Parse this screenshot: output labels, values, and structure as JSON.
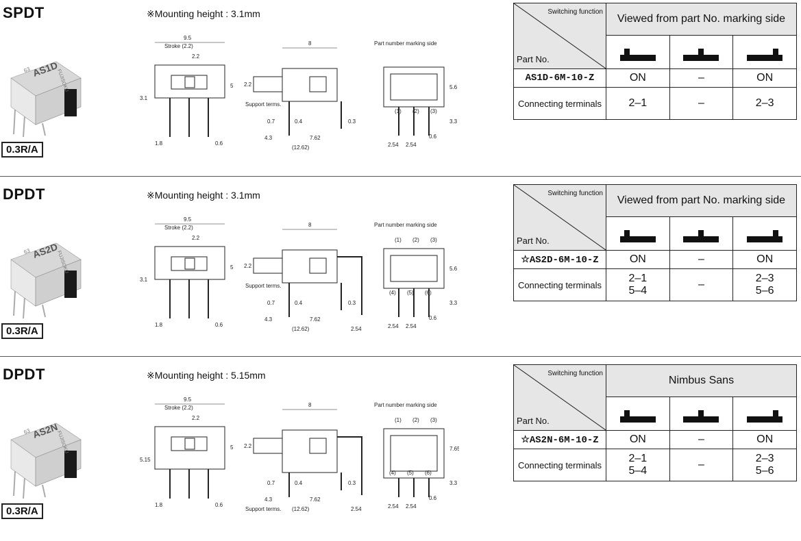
{
  "sections": [
    {
      "title": "SPDT",
      "mounting": "※Mounting height : 3.1mm",
      "rating": "0.3R/A",
      "brand": "FUJISOKU",
      "photo_model": "AS1D",
      "photo_code": "63",
      "drawing": {
        "front": {
          "width": "9.5",
          "stroke": "Stroke (2.2)",
          "throw": "2.2",
          "height": "5",
          "mount": "3.1",
          "pin_w": "1.8",
          "pin_t": "0.6"
        },
        "side": {
          "length": "8",
          "lever": "2.2",
          "support": "Support terms.",
          "d1": "0.7",
          "d2": "0.4",
          "d3": "0.3",
          "left": "4.3",
          "pitch": "7.62",
          "total": "(12.62)"
        },
        "rear": {
          "marking": "Part number marking side",
          "height": "5.6",
          "leg": "3.3",
          "p1": "2.54",
          "p2": "2.54",
          "pin": "0.6",
          "terminals": [
            "(1)",
            "(2)",
            "(3)"
          ]
        }
      },
      "table": {
        "switching_function": "Switching function",
        "part_no_label": "Part No.",
        "viewed": "Viewed from part No. marking side",
        "part_no": "AS1D-6M-10-Z",
        "states": [
          "ON",
          "–",
          "ON"
        ],
        "connecting_label": "Connecting terminals",
        "conn": [
          [
            "2–1"
          ],
          [
            "–"
          ],
          [
            "2–3"
          ]
        ]
      }
    },
    {
      "title": "DPDT",
      "mounting": "※Mounting height : 3.1mm",
      "rating": "0.3R/A",
      "brand": "FUJISOKU",
      "photo_model": "AS2D",
      "photo_code": "63",
      "drawing": {
        "front": {
          "width": "9.5",
          "stroke": "Stroke (2.2)",
          "throw": "2.2",
          "height": "5",
          "mount": "3.1",
          "pin_w": "1.8",
          "pin_t": "0.6"
        },
        "side": {
          "length": "8",
          "lever": "2.2",
          "support": "Support terms.",
          "d1": "0.7",
          "d2": "0.4",
          "d3": "0.3",
          "left": "4.3",
          "pitch": "7.62",
          "total": "(12.62)",
          "extra": "2.54"
        },
        "rear": {
          "marking": "Part number marking side",
          "height": "5.6",
          "leg": "3.3",
          "p1": "2.54",
          "p2": "2.54",
          "pin": "0.6",
          "terminals": [
            "(1)",
            "(2)",
            "(3)"
          ],
          "terminals2": [
            "(4)",
            "(5)",
            "(6)"
          ]
        }
      },
      "table": {
        "switching_function": "Switching function",
        "part_no_label": "Part No.",
        "viewed": "Viewed from part No. marking side",
        "part_no": "☆AS2D-6M-10-Z",
        "states": [
          "ON",
          "–",
          "ON"
        ],
        "connecting_label": "Connecting terminals",
        "conn": [
          [
            "2–1",
            "5–4"
          ],
          [
            "–"
          ],
          [
            "2–3",
            "5–6"
          ]
        ]
      }
    },
    {
      "title": "DPDT",
      "mounting": "※Mounting height : 5.15mm",
      "rating": "0.3R/A",
      "brand": "FUJISOKU",
      "photo_model": "AS2N",
      "photo_code": "63",
      "drawing": {
        "front": {
          "width": "9.5",
          "stroke": "Stroke (2.2)",
          "throw": "2.2",
          "height": "5",
          "mount": "5.15",
          "pin_w": "1.8",
          "pin_t": "0.6"
        },
        "side": {
          "length": "8",
          "lever": "2.2",
          "support": "Support terms.",
          "d1": "0.7",
          "d2": "0.4",
          "d3": "0.3",
          "left": "4.3",
          "pitch": "7.62",
          "total": "(12.62)",
          "extra": "2.54"
        },
        "rear": {
          "marking": "Part number marking side",
          "height": "7.65",
          "leg": "3.3",
          "p1": "2.54",
          "p2": "2.54",
          "pin": "0.6",
          "terminals": [
            "(1)",
            "(2)",
            "(3)"
          ],
          "terminals2": [
            "(4)",
            "(5)",
            "(6)"
          ]
        }
      },
      "table": {
        "switching_function": "Switching function",
        "part_no_label": "Part No.",
        "viewed": "Nimbus Sans",
        "part_no": "☆AS2N-6M-10-Z",
        "states": [
          "ON",
          "–",
          "ON"
        ],
        "connecting_label": "Connecting terminals",
        "conn": [
          [
            "2–1",
            "5–4"
          ],
          [
            "–"
          ],
          [
            "2–3",
            "5–6"
          ]
        ]
      }
    }
  ],
  "symbol_positions": [
    "left",
    "center",
    "right"
  ],
  "colors": {
    "table_header": "#e6e6e6",
    "line": "#222222"
  }
}
